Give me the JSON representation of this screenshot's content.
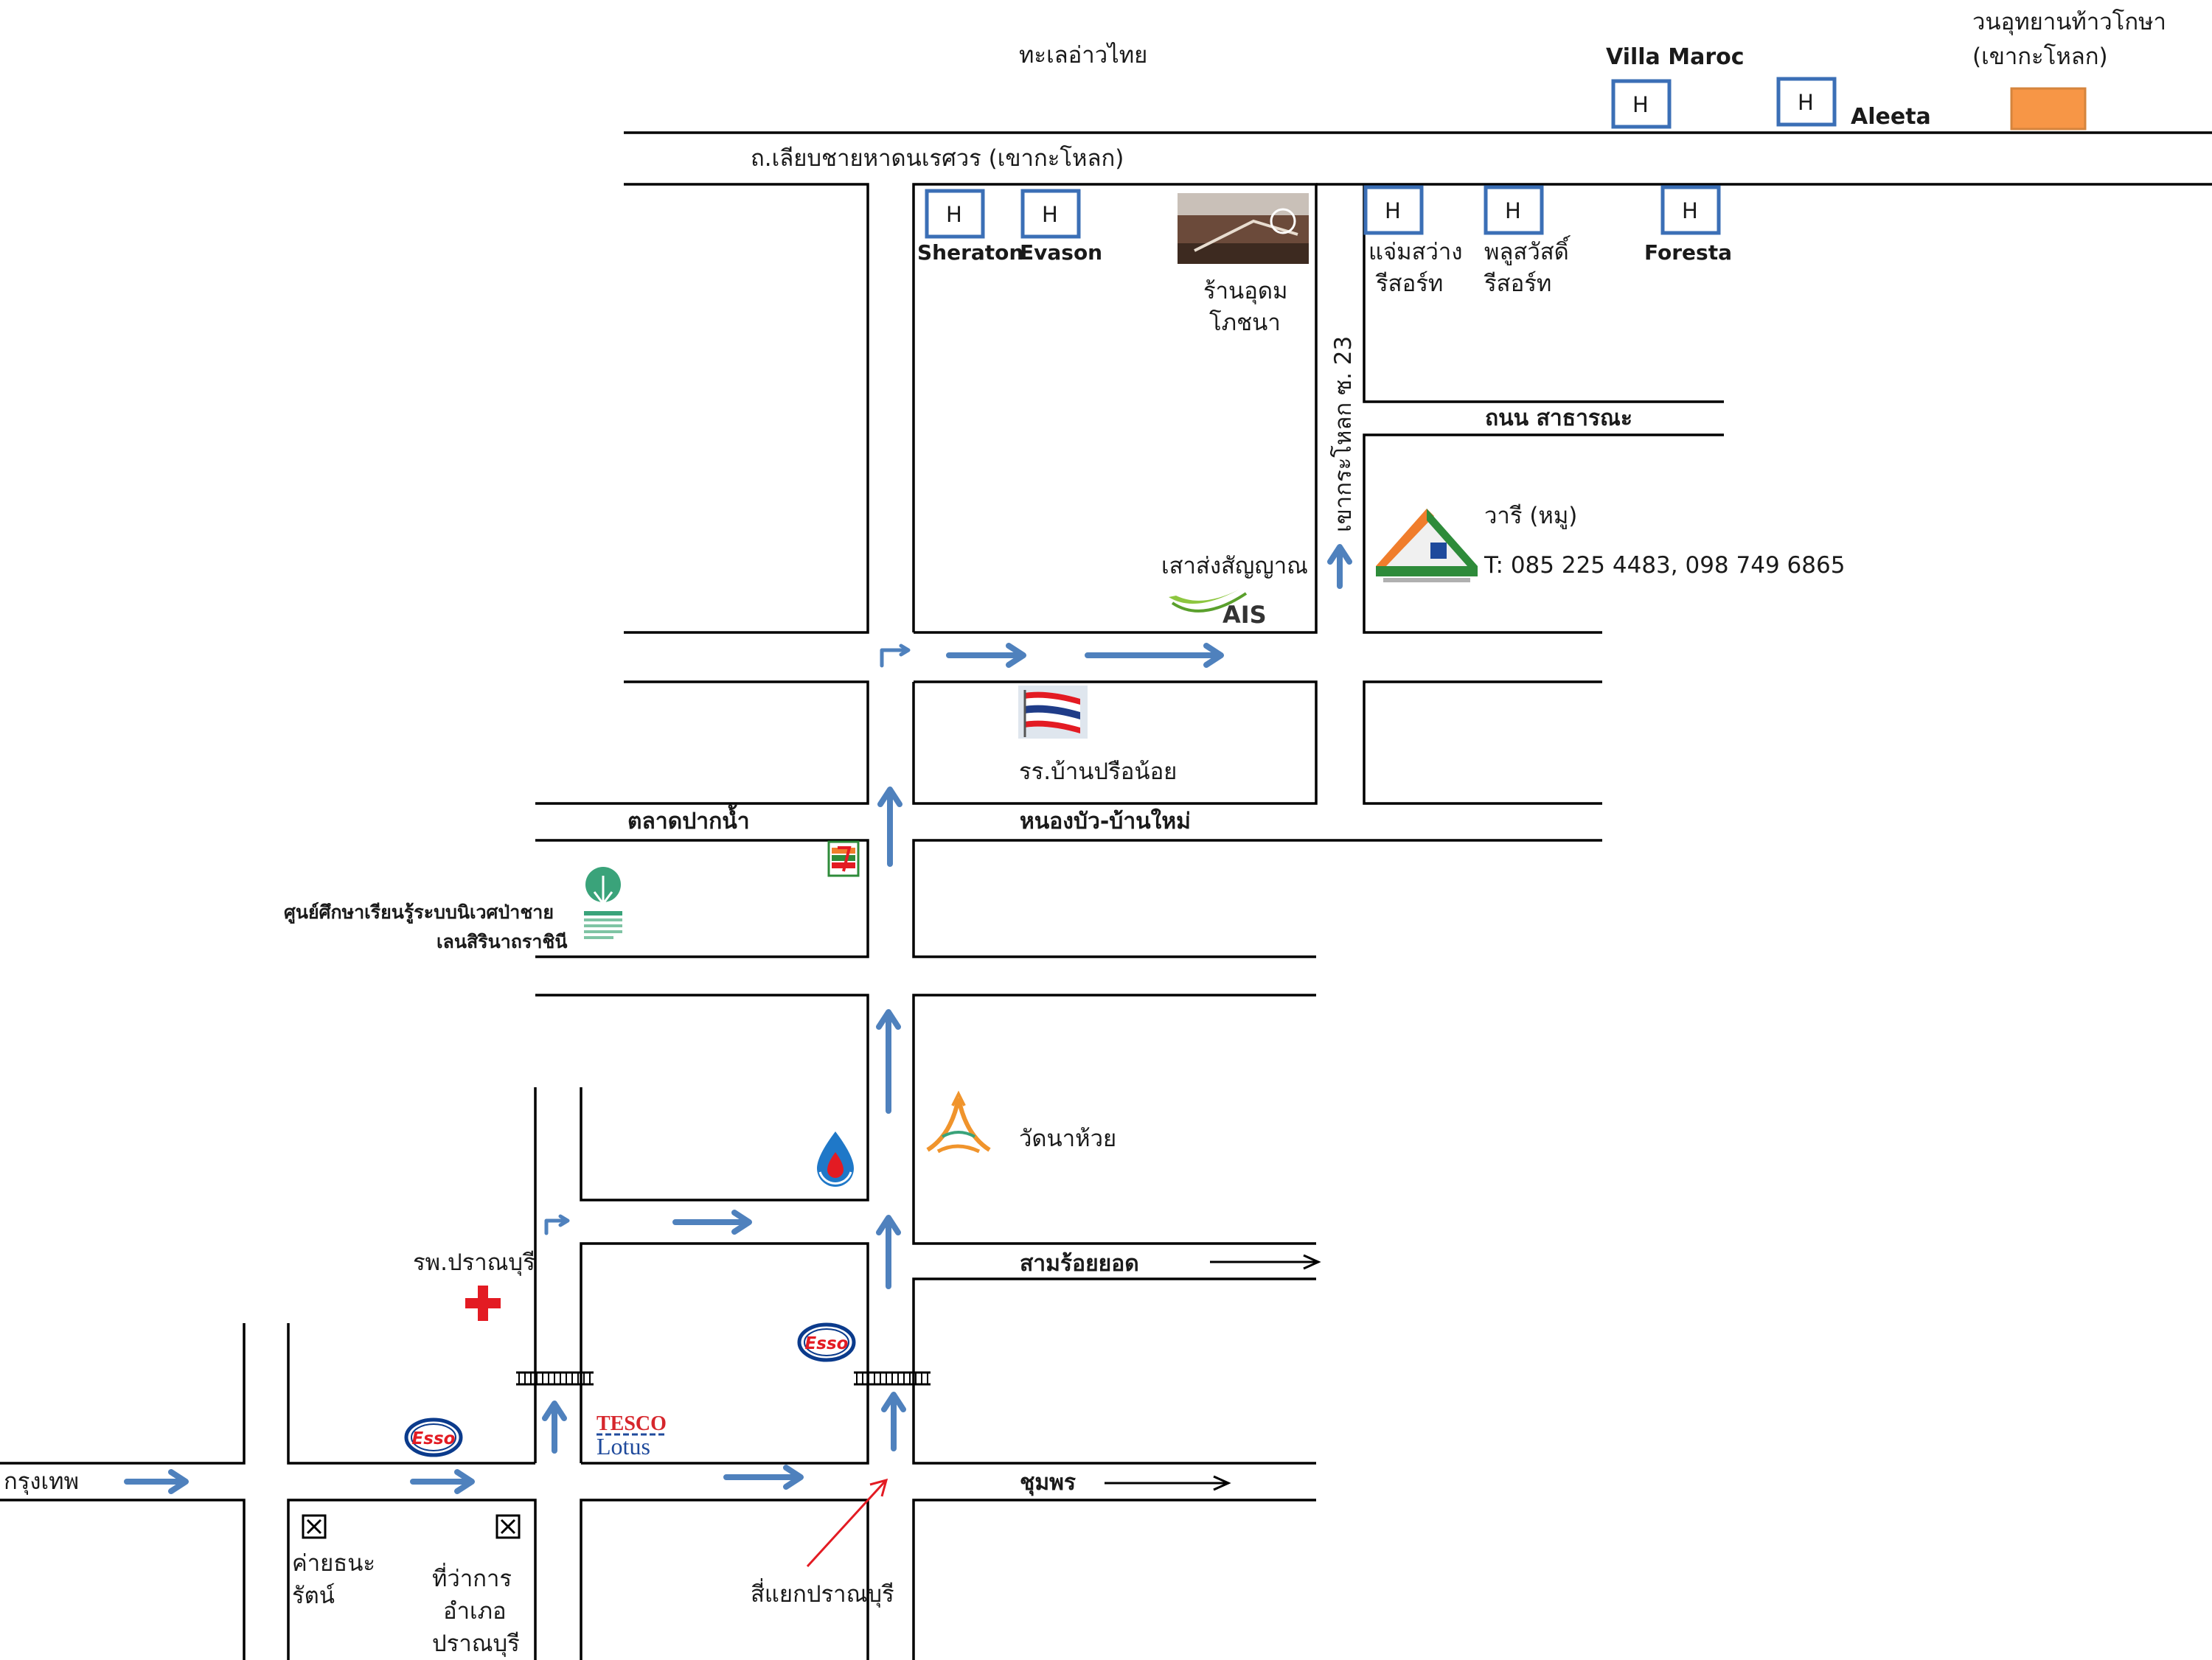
{
  "top": {
    "gulf_label": "ทะเลอ่าวไทย",
    "beach_road": "ถ.เลียบชายหาดนเรศวร (เขากะโหลก)",
    "park_line1": "วนอุทยานท้าวโกษา",
    "park_line2": "(เขากะโหลก)",
    "park_color": "#f79646"
  },
  "hotels": {
    "villa_maroc": "Villa Maroc",
    "aleeta": "Aleeta",
    "sheraton": "Sheraton",
    "evason": "Evason",
    "foresta": "Foresta",
    "jamsawang_1": "แจ่มสว่าง",
    "jamsawang_2": "รีสอร์ท",
    "poolsawat_1": "พลูสวัสดิ์",
    "poolsawat_2": "รีสอร์ท",
    "marker": "H"
  },
  "places": {
    "udom_1": "ร้านอุดม",
    "udom_2": "โภชนา",
    "soi23": "เขากระโหลก ซ. 23",
    "public_road": "ถนน สาธารณะ",
    "waree_title": "วารี (หมู)",
    "waree_phone": "T: 085 225 4483, 098 749 6865",
    "ais_tower": "เสาส่งสัญญาณ",
    "ais_logo": "AIS",
    "school": "รร.บ้านปรือน้อย",
    "market": "ตลาดปากน้ำ",
    "nongbua_road": "หนองบัว-บ้านใหม่",
    "center_1": "ศูนย์ศึกษาเรียนรู้ระบบนิเวศป่าชาย",
    "center_2": "เลนสิรินาถราชินี",
    "temple": "วัดนาห้วย",
    "hospital": "รพ.ปราณบุรี",
    "samroiyod": "สามร้อยยอด",
    "bangkok": "กรุงเทพ",
    "chumphon": "ชุมพร",
    "camp_1": "ค่ายธนะ",
    "camp_2": "รัตน์",
    "office_1": "ที่ว่าการ",
    "office_2": "อำเภอ",
    "office_3": "ปราณบุรี",
    "intersection": "สี่แยกปราณบุรี",
    "esso": "Esso",
    "tesco_1": "TESCO",
    "tesco_2": "Lotus"
  },
  "colors": {
    "hotel_box": "#3b6fb6",
    "arrow": "#4f81bd",
    "red_arrow": "#e31b23",
    "hospital_cross": "#e31b23",
    "esso_blue": "#0b3b8c",
    "esso_red": "#e31b23",
    "tesco_red": "#d6262c",
    "tesco_blue": "#1f4a9c"
  }
}
